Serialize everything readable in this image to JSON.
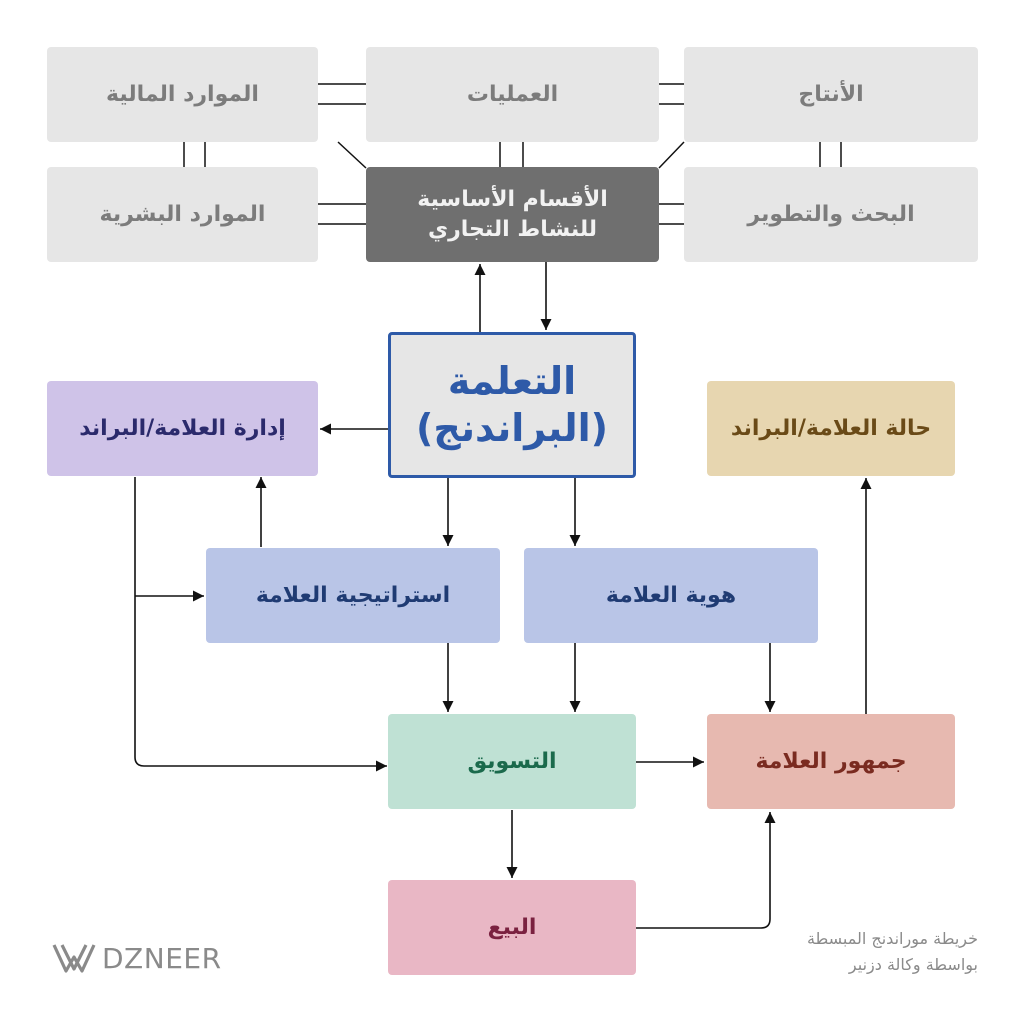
{
  "diagram": {
    "departments": {
      "finance": "الموارد المالية",
      "operations": "العمليات",
      "production": "الأنتاج",
      "hr": "الموارد البشرية",
      "core_line1": "الأقسام الأساسية",
      "core_line2": "للنشاط التجاري",
      "rnd": "البحث والتطوير"
    },
    "branding": {
      "line1": "التعلمة",
      "line2": "(البراندنج)"
    },
    "brand_management": "إدارة العلامة/البراند",
    "brand_status": "حالة العلامة/البراند",
    "brand_strategy": "استراتيجية العلامة",
    "brand_identity": "هوية العلامة",
    "marketing": "التسويق",
    "brand_audience": "جمهور العلامة",
    "sales": "البيع"
  },
  "branding_footer": {
    "logo_text": "DZNEER",
    "caption_line1": "خريطة موراندنج المبسطة",
    "caption_line2": "بواسطة وكالة دزنير"
  },
  "colors": {
    "line": "#111111",
    "border_blue": "#2e5aa8"
  }
}
